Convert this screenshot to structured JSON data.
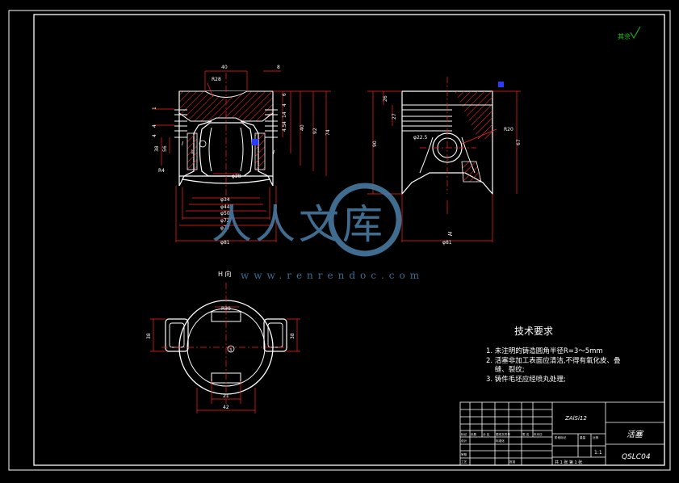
{
  "colors": {
    "background": "#000000",
    "frame": "#ffffff",
    "part": "#ffffff",
    "dim": "#ff2020",
    "hatch": "#ff2a2a",
    "text": "#ffffff",
    "accent_green": "#19c419",
    "accent_blue": "#2a3cff",
    "watermark": "#4a7fa8"
  },
  "mark": {
    "roughness": "其余"
  },
  "section_view": {
    "dims": {
      "top_40": "40",
      "top_8": "8",
      "r28": "R28",
      "d_right": [
        "6",
        "4",
        "14",
        "4",
        "4.5",
        "40",
        "92",
        "74"
      ],
      "d_left": [
        "1",
        "4",
        "4",
        "38",
        "56"
      ],
      "r1": "1",
      "rR5": "R4",
      "d_bottom": [
        "φ34",
        "φ44",
        "φ50",
        "φ72",
        "φ77",
        "φ81"
      ],
      "phi28": "φ28"
    },
    "section_mark_label": "I"
  },
  "side_view": {
    "dims": {
      "left": [
        "26",
        "27",
        "90"
      ],
      "phi_pin": "φ22.5",
      "r20": "R20",
      "right": "67",
      "bottom": "φ81"
    },
    "arrow_label": "H"
  },
  "bottom_view": {
    "title": "H 向",
    "r_label": "R39",
    "d_left": "38",
    "d_right": "38",
    "d_bottom": [
      "21",
      "42"
    ],
    "center": "3"
  },
  "notes": {
    "title": "技术要求",
    "items": [
      "1. 未注明的铸造圆角半径R=3～5mm",
      "2. 活塞非加工表面应清洁,不得有氧化皮、叠",
      "    缝、裂纹;",
      "3. 铸件毛坯应经喷丸处理;"
    ]
  },
  "title_block": {
    "material": "ZAlSi12",
    "part_name": "活塞",
    "drawing_no": "QSLC04",
    "scale": "1:1",
    "sheets": "共 1 张  第 1 张",
    "small_labels": [
      "标记",
      "处数",
      "分 区",
      "更改文件号",
      "签 名",
      "年月日",
      "设计",
      "标准化",
      "阶段标记",
      "重量",
      "比例",
      "审核",
      "工艺",
      "批准"
    ]
  },
  "watermark": {
    "text": "人人文库",
    "url": "www.renrendoc.com"
  }
}
